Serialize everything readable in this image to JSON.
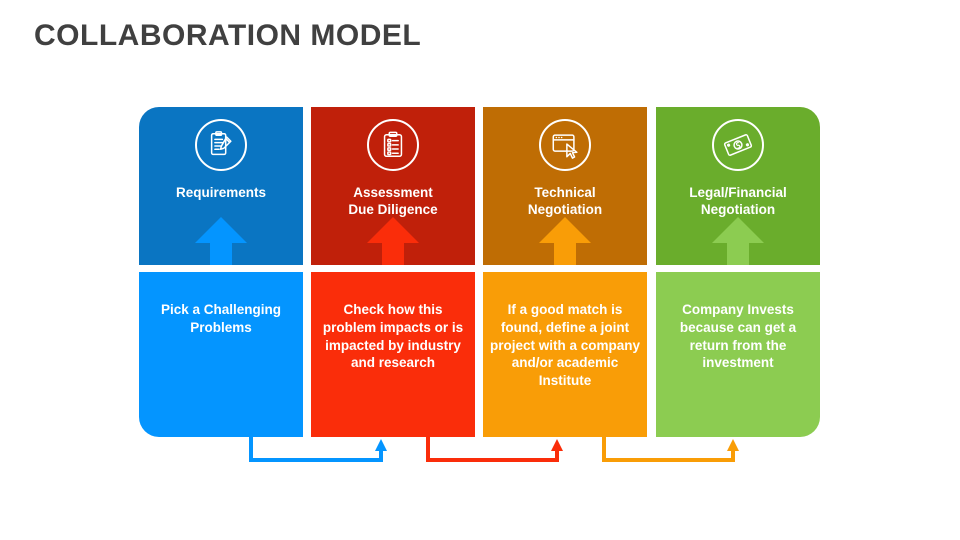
{
  "title": "COLLABORATION MODEL",
  "colors": {
    "title": "#404040",
    "background": "#ffffff",
    "blue_dark": "#0a75c2",
    "blue_bright": "#0495ff",
    "red_dark": "#c0200a",
    "red_bright": "#fa2d0a",
    "orange_dark": "#bf6d04",
    "orange_bright": "#f99d07",
    "green_dark": "#6aad2c",
    "green_bright": "#8ccc51"
  },
  "columns": [
    {
      "card_title": "Requirements",
      "icon": "clipboard-pencil-icon",
      "description": "Pick a Challenging Problems",
      "card_color": "#0a75c2",
      "box_color": "#0495ff"
    },
    {
      "card_title": "Assessment\nDue Diligence",
      "icon": "checklist-clipboard-icon",
      "description": "Check how this problem impacts or is impacted by industry and research",
      "card_color": "#c0200a",
      "box_color": "#fa2d0a"
    },
    {
      "card_title": "Technical\nNegotiation",
      "icon": "browser-window-cursor-icon",
      "description": "If a good match is found, define a joint project with a company and/or academic Institute",
      "card_color": "#bf6d04",
      "box_color": "#f99d07"
    },
    {
      "card_title": "Legal/Financial\nNegotiation",
      "icon": "banknote-icon",
      "description": "Company Invests because can get a return from the investment",
      "card_color": "#6aad2c",
      "box_color": "#8ccc51"
    }
  ],
  "connectors": [
    {
      "from": "Pick a Challenging Problems",
      "to": "Check how this problem impacts or is impacted by industry and research",
      "color": "#0495ff"
    },
    {
      "from": "Check how this problem impacts or is impacted by industry and research",
      "to": "If a good match is found, define a joint project with a company and/or academic Institute",
      "color": "#fa2d0a"
    },
    {
      "from": "If a good match is found, define a joint project with a company and/or academic Institute",
      "to": "Company Invests because can get a return from the investment",
      "color": "#f99d07"
    }
  ]
}
